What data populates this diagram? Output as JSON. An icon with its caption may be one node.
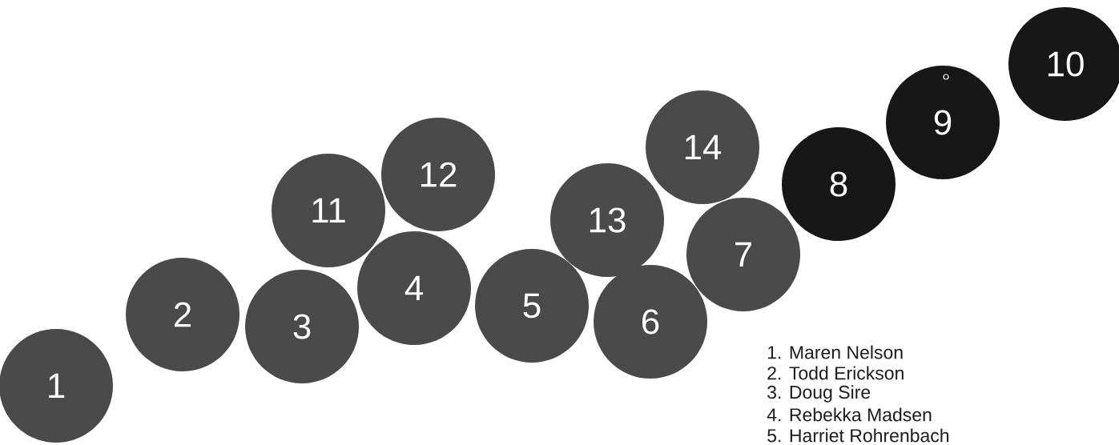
{
  "diagram": {
    "nodes": [
      {
        "text": [
          "1"
        ]
      },
      {
        "text": [
          "2"
        ]
      },
      {
        "text": [
          "3"
        ]
      },
      {
        "text": [
          "4"
        ]
      },
      {
        "text": [
          "5"
        ]
      },
      {
        "text": [
          "6"
        ]
      },
      {
        "text": [
          "7"
        ]
      },
      {
        "text": [
          "8"
        ]
      },
      {
        "text": [
          "9"
        ]
      },
      {
        "text": [
          "10"
        ]
      },
      {
        "text": [
          "11"
        ]
      },
      {
        "text": [
          "12"
        ]
      },
      {
        "text": [
          "13"
        ]
      },
      {
        "text": [
          "14"
        ]
      }
    ],
    "labels": [
      "1. Maren Nelson",
      "2. Todd Erickson",
      "3. Doug Sire",
      "4. Rebekka Madsen",
      "5. Harriet Rohrenbach"
    ]
  }
}
